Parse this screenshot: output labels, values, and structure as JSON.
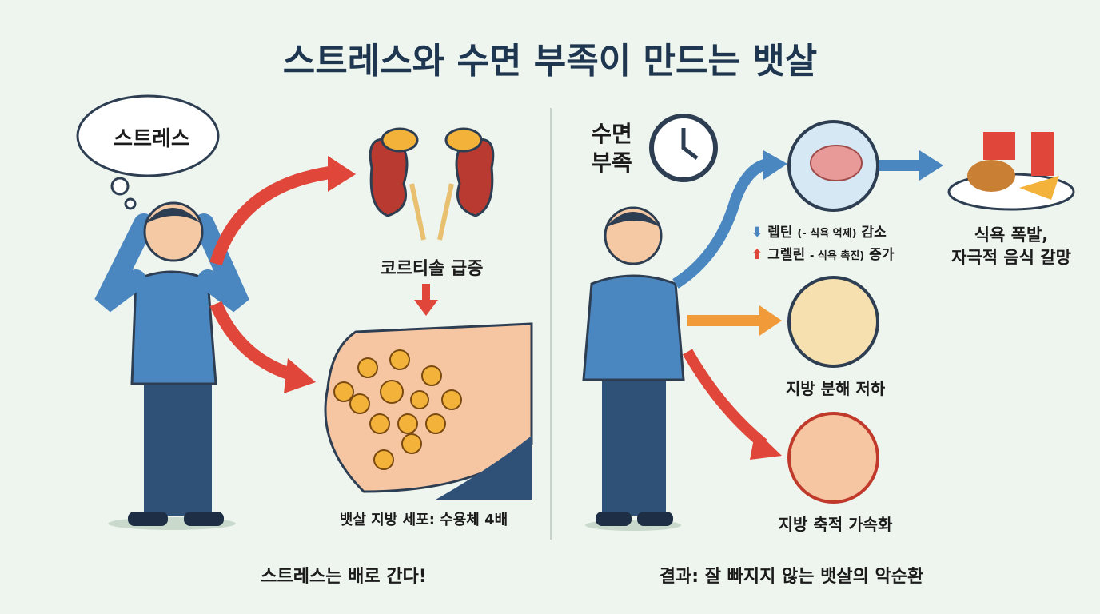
{
  "title": "스트레스와 수면 부족이 만드는 뱃살",
  "left": {
    "bubble": "스트레스",
    "cortisol": "코르티솔 급증",
    "fat_cells": "뱃살 지방 세포: 수용체 4배",
    "caption": "스트레스는 배로 간다!"
  },
  "right": {
    "sleep": [
      "수면",
      "부족"
    ],
    "leptin": {
      "name": "렙틴",
      "detail": "(- 식욕 억제)",
      "change": "감소"
    },
    "ghrelin": {
      "name": "그렐린",
      "detail": "- 식욕 촉진)",
      "change": "증가"
    },
    "appetite": [
      "식욕 폭발,",
      "자극적 음식 갈망"
    ],
    "fat_breakdown": "지방 분해 저하",
    "fat_storage": "지방 축적 가속화",
    "caption": "결과: 잘 빠지지 않는 뱃살의 악순환"
  },
  "colors": {
    "title": "#1e3650",
    "shirt": "#4a86c0",
    "pants": "#2f5178",
    "red_arrow": "#e0473a",
    "blue_arrow": "#4a86c0",
    "orange_arrow": "#f09a3a"
  }
}
